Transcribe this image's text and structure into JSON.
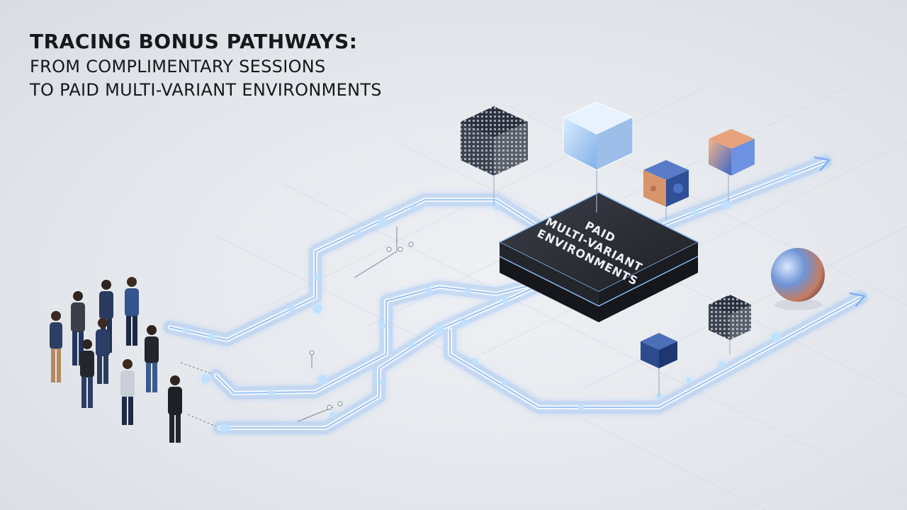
{
  "title": {
    "line1": "TRACING BONUS PATHWAYS:",
    "line2": "FROM COMPLIMENTARY SESSIONS",
    "line3": "TO PAID MULTI-VARIANT ENVIRONMENTS"
  },
  "hub": {
    "label_line1": "PAID",
    "label_line2": "MULTI-VARIANT",
    "label_line3": "ENVIRONMENTS"
  },
  "colors": {
    "background": "#e7e9ee",
    "path_glow": "#9cc4ff",
    "path_core": "#f4f8ff",
    "hub_top": "#2b2e35",
    "text": "#17181c"
  }
}
